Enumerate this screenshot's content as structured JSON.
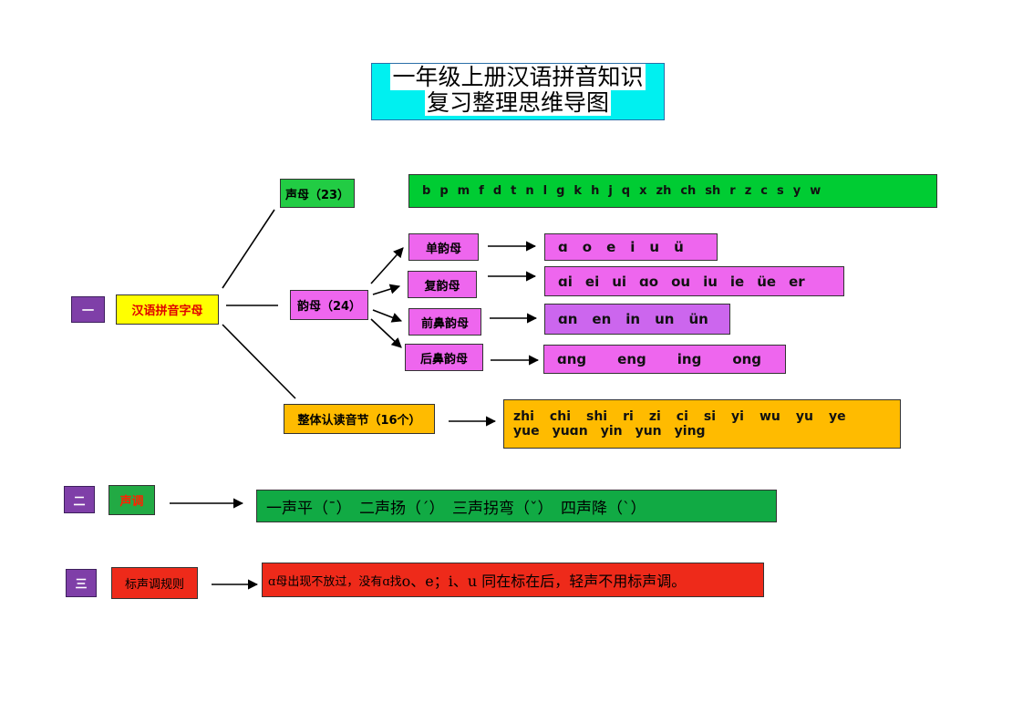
{
  "title": {
    "line1": "一年级上册汉语拼音知识",
    "line2": "复习整理思维导图"
  },
  "section1": {
    "number": "一",
    "root": "汉语拼音字母",
    "shengmu": {
      "label": "声母（23）",
      "items": [
        "b",
        "p",
        "m",
        "f",
        "d",
        "t",
        "n",
        "l",
        "g",
        "k",
        "h",
        "j",
        "q",
        "x",
        "zh",
        "ch",
        "sh",
        "r",
        "z",
        "c",
        "s",
        "y",
        "w"
      ]
    },
    "yunmu": {
      "label": "韵母（24）",
      "dan": {
        "label": "单韵母",
        "items": [
          "ɑ",
          "o",
          "e",
          "i",
          "u",
          "ü"
        ]
      },
      "fu": {
        "label": "复韵母",
        "items": [
          "ɑi",
          "ei",
          "ui",
          "ɑo",
          "ou",
          "iu",
          "ie",
          "üe",
          "er"
        ]
      },
      "qian": {
        "label": "前鼻韵母",
        "items": [
          "ɑn",
          "en",
          "in",
          "un",
          "ün"
        ]
      },
      "hou": {
        "label": "后鼻韵母",
        "items": [
          "ɑng",
          "eng",
          "ing",
          "ong"
        ]
      }
    },
    "zhengti": {
      "label": "整体认读音节（16个）",
      "row1": [
        "zhi",
        "chi",
        "shi",
        "ri",
        "zi",
        "ci",
        "si",
        "yi",
        "wu",
        "yu",
        "ye"
      ],
      "row2": [
        "yue",
        "yuɑn",
        "yin",
        "yun",
        "ying"
      ]
    }
  },
  "section2": {
    "number": "二",
    "label": "声调",
    "content": "一声平（ˉ）　二声扬（ˊ）　三声拐弯（ˇ）　四声降（ˋ）"
  },
  "section3": {
    "number": "三",
    "label": "标声调规则",
    "content_small": "ɑ母出现不放过，没有ɑ找",
    "content_large": " o、e；i、u 同在标在后，轻声不用标声调。"
  },
  "colors": {
    "green": "#00cc33",
    "pink": "#ee66ee",
    "violet": "#cc66ee",
    "orange": "#ffbb00",
    "yellow": "#ffff00",
    "red": "#ee2a1a",
    "cyan": "#00f0f0",
    "purple": "#7f3fa8"
  }
}
